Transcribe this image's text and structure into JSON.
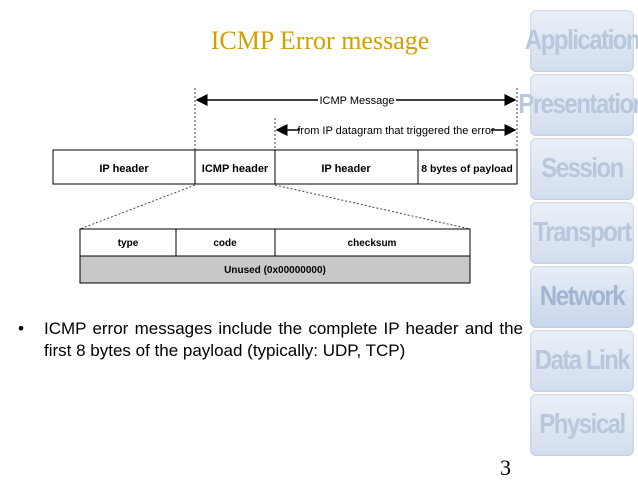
{
  "slide": {
    "title": "ICMP Error message",
    "page_number": "3",
    "bullet": "ICMP error messages include the complete IP header and the first 8 bytes of the payload (typically: UDP, TCP)"
  },
  "diagram": {
    "span_icmp_message": "ICMP Message",
    "span_from_ip": "from IP datagram that triggered the error",
    "packet_fields": [
      "IP header",
      "ICMP header",
      "IP header",
      "8 bytes of payload"
    ],
    "icmp_header_fields": [
      "type",
      "code",
      "checksum"
    ],
    "unused_field": "Unused (0x00000000)"
  },
  "osi_layers": [
    "Application",
    "Presentation",
    "Session",
    "Transport",
    "Network",
    "Data Link",
    "Physical"
  ],
  "colors": {
    "title": "#d0a000",
    "unused_fill": "#c8c8c8",
    "layer_text": "#b9c7dc"
  }
}
